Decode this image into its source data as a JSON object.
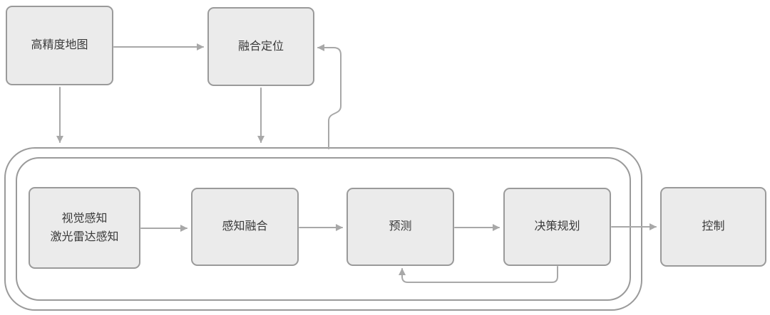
{
  "diagram": {
    "title": "autonomous-driving-pipeline",
    "nodes": {
      "map": {
        "label": "高精度地图"
      },
      "localization": {
        "label": "融合定位"
      },
      "perception": {
        "label": "视觉感知\n激光雷达感知"
      },
      "fusion": {
        "label": "感知融合"
      },
      "prediction": {
        "label": "预测"
      },
      "planning": {
        "label": "决策规划"
      },
      "control": {
        "label": "控制"
      }
    },
    "groups": {
      "subsystem": {
        "label": "",
        "style": "double-rounded-border",
        "contains": [
          "perception",
          "fusion",
          "prediction",
          "planning"
        ]
      }
    },
    "edges": [
      {
        "from": "map",
        "to": "localization",
        "type": "flow"
      },
      {
        "from": "map",
        "to": "subsystem",
        "type": "flow"
      },
      {
        "from": "localization",
        "to": "subsystem",
        "type": "flow"
      },
      {
        "from": "subsystem",
        "to": "localization",
        "type": "feedback"
      },
      {
        "from": "perception",
        "to": "fusion",
        "type": "flow"
      },
      {
        "from": "fusion",
        "to": "prediction",
        "type": "flow"
      },
      {
        "from": "prediction",
        "to": "planning",
        "type": "flow"
      },
      {
        "from": "planning",
        "to": "control",
        "type": "flow"
      },
      {
        "from": "planning",
        "to": "prediction",
        "type": "feedback"
      }
    ],
    "colors": {
      "node_fill": "#ebebeb",
      "node_border": "#9a9a9a",
      "arrow": "#a8a8a8",
      "text": "#3a3a3a"
    }
  }
}
